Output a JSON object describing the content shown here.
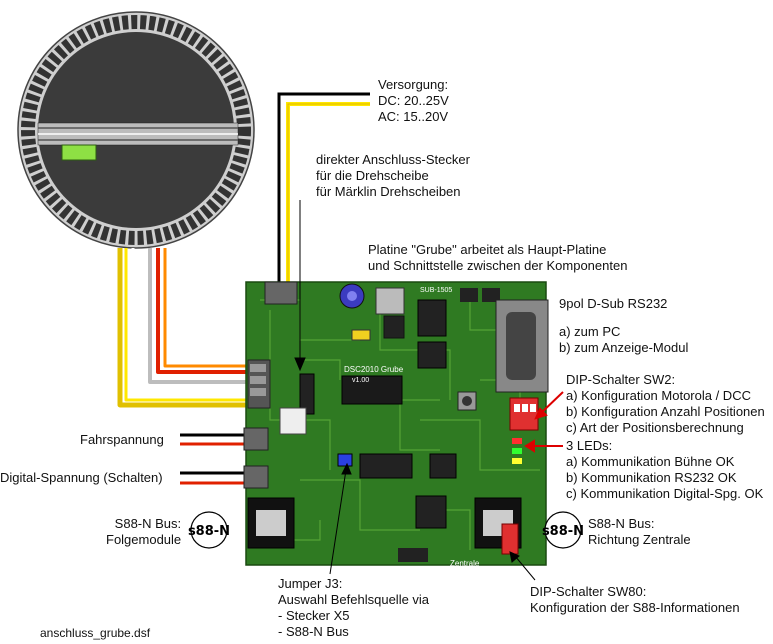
{
  "labels": {
    "versorgung": [
      "Versorgung:",
      "DC: 20..25V",
      "AC: 15..20V"
    ],
    "anschluss": [
      "direkter Anschluss-Stecker",
      "für die Drehscheibe",
      "für Märklin Drehscheiben"
    ],
    "platine": [
      "Platine \"Grube\" arbeitet als Haupt-Platine",
      "und Schnittstelle zwischen der Komponenten"
    ],
    "dsub": [
      "9pol D-Sub RS232",
      "a) zum PC",
      "b) zum Anzeige-Modul"
    ],
    "dip_sw2": [
      "DIP-Schalter SW2:",
      "a) Konfiguration Motorola / DCC",
      "b) Konfiguration Anzahl Positionen",
      "c) Art der Positionsberechnung"
    ],
    "leds": [
      "3 LEDs:",
      "a) Kommunikation Bühne OK",
      "b) Kommunikation RS232 OK",
      "c) Kommunikation Digital-Spg. OK"
    ],
    "fahrspannung": "Fahrspannung",
    "digital_spannung": "Digital-Spannung (Schalten)",
    "s88_left": [
      "S88-N Bus:",
      "Folgemodule"
    ],
    "s88_right": [
      "S88-N Bus:",
      "Richtung Zentrale"
    ],
    "jumper": [
      "Jumper J3:",
      "Auswahl Befehlsquelle via",
      "- Stecker X5",
      "- S88-N Bus"
    ],
    "dip_sw80": [
      "DIP-Schalter SW80:",
      "Konfiguration der S88-Informationen"
    ],
    "filename": "anschluss_grube.dsf"
  },
  "board_texts": {
    "chip": "DSC2010 Grube",
    "version": "v1.00",
    "s88_logo": "s88-N",
    "zentrale": "Zentrale",
    "sub_label": "SUB-1505"
  },
  "colors": {
    "pcb": "#2f7a22",
    "pcb_dark": "#1f5716",
    "turntable": "#3a3a3a",
    "bridge_light": "#8ee044",
    "wire_red": "#e02000",
    "wire_yellow": "#ffe800",
    "wire_black": "#000000",
    "arrow": "#dd0000"
  }
}
